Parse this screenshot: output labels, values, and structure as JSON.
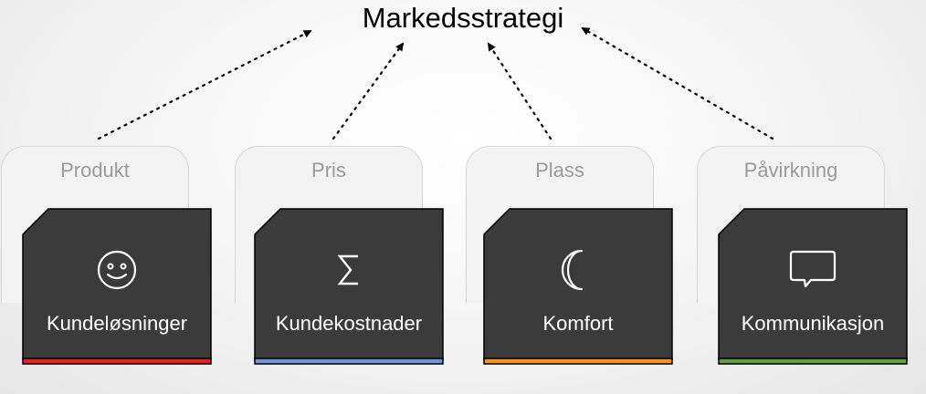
{
  "title": "Markedsstrategi",
  "columns": [
    {
      "category": "Produkt",
      "label": "Kundeløsninger",
      "icon": "smiley-icon",
      "accent": "#e8231f"
    },
    {
      "category": "Pris",
      "label": "Kundekostnader",
      "icon": "sigma-icon",
      "accent": "#6d95de"
    },
    {
      "category": "Plass",
      "label": "Komfort",
      "icon": "crescent-moon-icon",
      "accent": "#f4921f"
    },
    {
      "category": "Påvirkning",
      "label": "Kommunikasjon",
      "icon": "speech-bubble-icon",
      "accent": "#5fa047"
    }
  ]
}
